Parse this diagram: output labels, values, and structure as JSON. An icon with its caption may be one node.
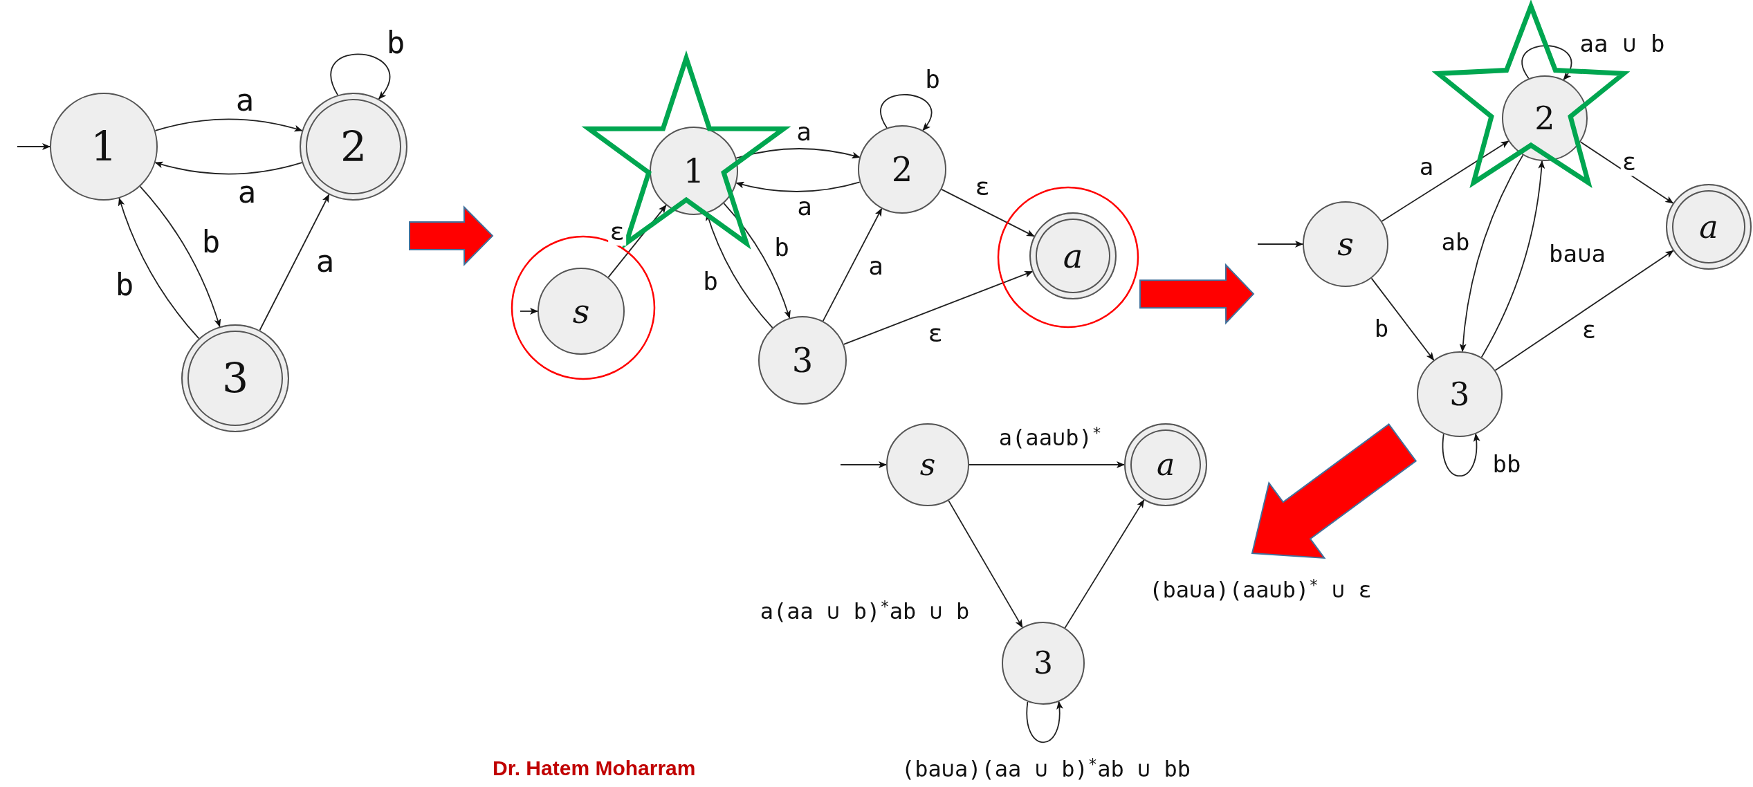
{
  "diagram": {
    "nodes": [
      {
        "text": [],
        "shape": "picture"
      },
      {
        "text": [],
        "shape": "picture"
      },
      {
        "text": [],
        "shape": "picture"
      },
      {
        "text": [],
        "shape": "picture"
      },
      {
        "text": [
          "1"
        ],
        "in": 0
      },
      {
        "text": [
          "2"
        ],
        "in": 0
      },
      {
        "text": [
          "3"
        ],
        "in": 0
      },
      {
        "text": [
          "s"
        ],
        "in": 1
      },
      {
        "text": [
          "1"
        ],
        "in": 1
      },
      {
        "text": [
          "2"
        ],
        "in": 1
      },
      {
        "text": [
          "3"
        ],
        "in": 1
      },
      {
        "text": [
          "a"
        ],
        "in": 1
      },
      {
        "text": [
          "s"
        ],
        "in": 2
      },
      {
        "text": [
          "2"
        ],
        "in": 2
      },
      {
        "text": [
          "3"
        ],
        "in": 2
      },
      {
        "text": [
          "a"
        ],
        "in": 2
      },
      {
        "text": [
          "s"
        ],
        "in": 3
      },
      {
        "text": [
          "a"
        ],
        "in": 3
      },
      {
        "text": [
          "3"
        ],
        "in": 3
      }
    ],
    "edges": [
      {
        "from": null,
        "to": 4,
        "arrow": "to"
      },
      {
        "from": 4,
        "to": 5,
        "arrow": "to",
        "label": "a"
      },
      {
        "from": 5,
        "to": 4,
        "arrow": "to",
        "label": "a"
      },
      {
        "from": 5,
        "to": 5,
        "arrow": "to",
        "label": "b"
      },
      {
        "from": 4,
        "to": 6,
        "arrow": "to",
        "label": "b"
      },
      {
        "from": 6,
        "to": 4,
        "arrow": "to",
        "label": "b"
      },
      {
        "from": 6,
        "to": 5,
        "arrow": "to",
        "label": "a"
      },
      {
        "from": null,
        "to": 7,
        "arrow": "to"
      },
      {
        "from": 7,
        "to": 8,
        "arrow": "to",
        "label": "ε"
      },
      {
        "from": 8,
        "to": 9,
        "arrow": "to",
        "label": "a"
      },
      {
        "from": 9,
        "to": 8,
        "arrow": "to",
        "label": "a"
      },
      {
        "from": 9,
        "to": 9,
        "arrow": "to",
        "label": "b"
      },
      {
        "from": 8,
        "to": 10,
        "arrow": "to",
        "label": "b"
      },
      {
        "from": 10,
        "to": 8,
        "arrow": "to",
        "label": "b"
      },
      {
        "from": 10,
        "to": 9,
        "arrow": "to",
        "label": "a"
      },
      {
        "from": 9,
        "to": 11,
        "arrow": "to",
        "label": "ε"
      },
      {
        "from": 10,
        "to": 11,
        "arrow": "to",
        "label": "ε"
      },
      {
        "from": null,
        "to": 12,
        "arrow": "to"
      },
      {
        "from": 12,
        "to": 13,
        "arrow": "to",
        "label": "a"
      },
      {
        "from": 12,
        "to": 14,
        "arrow": "to",
        "label": "b"
      },
      {
        "from": 13,
        "to": 14,
        "arrow": "to",
        "label": "ab"
      },
      {
        "from": 14,
        "to": 13,
        "arrow": "to",
        "label": "ba∪a"
      },
      {
        "from": 13,
        "to": 13,
        "arrow": "to",
        "label": "aa ∪ b"
      },
      {
        "from": 13,
        "to": 15,
        "arrow": "to",
        "label": "ε"
      },
      {
        "from": 14,
        "to": 15,
        "arrow": "to",
        "label": "ε"
      },
      {
        "from": 14,
        "to": 14,
        "arrow": "to",
        "label": "bb"
      },
      {
        "from": null,
        "to": 16,
        "arrow": "to"
      },
      {
        "from": 16,
        "to": 17,
        "arrow": "to",
        "label": "a(aa∪b)$^{*}$"
      },
      {
        "from": 16,
        "to": 18,
        "arrow": "to",
        "label": "a(aa ∪ b)$^{*}$ab ∪ b"
      },
      {
        "from": 18,
        "to": 17,
        "arrow": "to",
        "label": "(ba∪a)(aa∪b)$^{*}$ ∪ ε"
      },
      {
        "from": 18,
        "to": 18,
        "arrow": "to",
        "label": "(ba∪a)(aa ∪ b)$^{*}$ab ∪ bb"
      },
      {
        "from": 0,
        "to": 1,
        "arrow": "to",
        "style": "thick",
        "color": "#ff0000"
      },
      {
        "from": 1,
        "to": 2,
        "arrow": "to",
        "style": "thick",
        "color": "#ff0000"
      },
      {
        "from": 2,
        "to": 3,
        "arrow": "to",
        "style": "thick",
        "color": "#ff0000"
      }
    ],
    "labels": [
      "Dr. Hatem Moharram"
    ]
  }
}
